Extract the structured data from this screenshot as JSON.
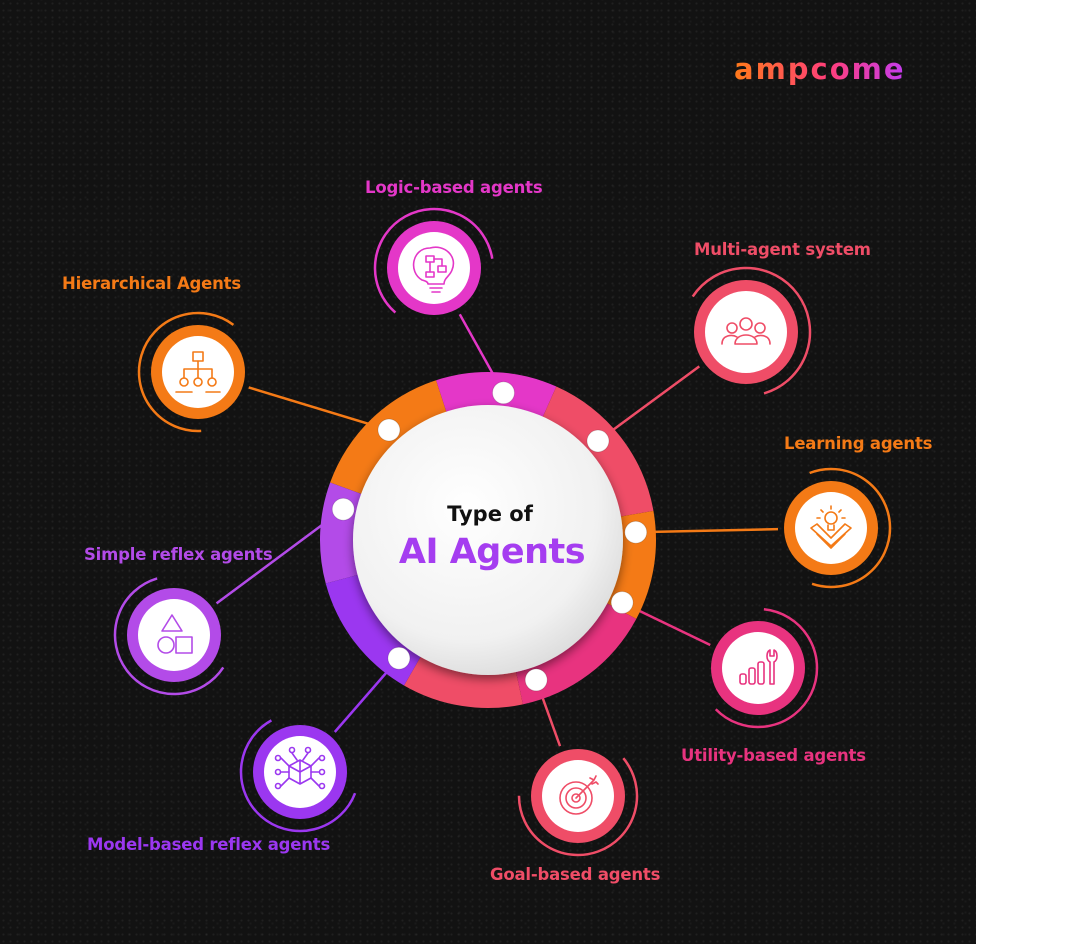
{
  "brand": {
    "logo_text": "ampcome"
  },
  "center": {
    "line1": "Type of",
    "line2": "AI Agents"
  },
  "colors": {
    "orange": "#f47a16",
    "pink": "#e8337f",
    "magenta": "#e437c8",
    "coral": "#ef4d67",
    "purple": "#9b37f0",
    "violet": "#b34be8",
    "background": "#121212"
  },
  "agents": [
    {
      "id": "logic",
      "label": "Logic-based agents",
      "icon": "brain-flowchart-icon",
      "color": "#e437c8"
    },
    {
      "id": "multi",
      "label": "Multi-agent system",
      "icon": "people-group-icon",
      "color": "#ef4d67"
    },
    {
      "id": "learning",
      "label": "Learning agents",
      "icon": "lightbulb-book-icon",
      "color": "#f47a16"
    },
    {
      "id": "utility",
      "label": "Utility-based agents",
      "icon": "bar-chart-wrench-icon",
      "color": "#e8337f"
    },
    {
      "id": "goal",
      "label": "Goal-based agents",
      "icon": "target-arrow-icon",
      "color": "#ef4d67"
    },
    {
      "id": "model",
      "label": "Model-based reflex agents",
      "icon": "cube-network-icon",
      "color": "#9b37f0"
    },
    {
      "id": "simple",
      "label": "Simple reflex agents",
      "icon": "shapes-icon",
      "color": "#b34be8"
    },
    {
      "id": "hier",
      "label": "Hierarchical Agents",
      "icon": "hierarchy-icon",
      "color": "#f47a16"
    }
  ]
}
